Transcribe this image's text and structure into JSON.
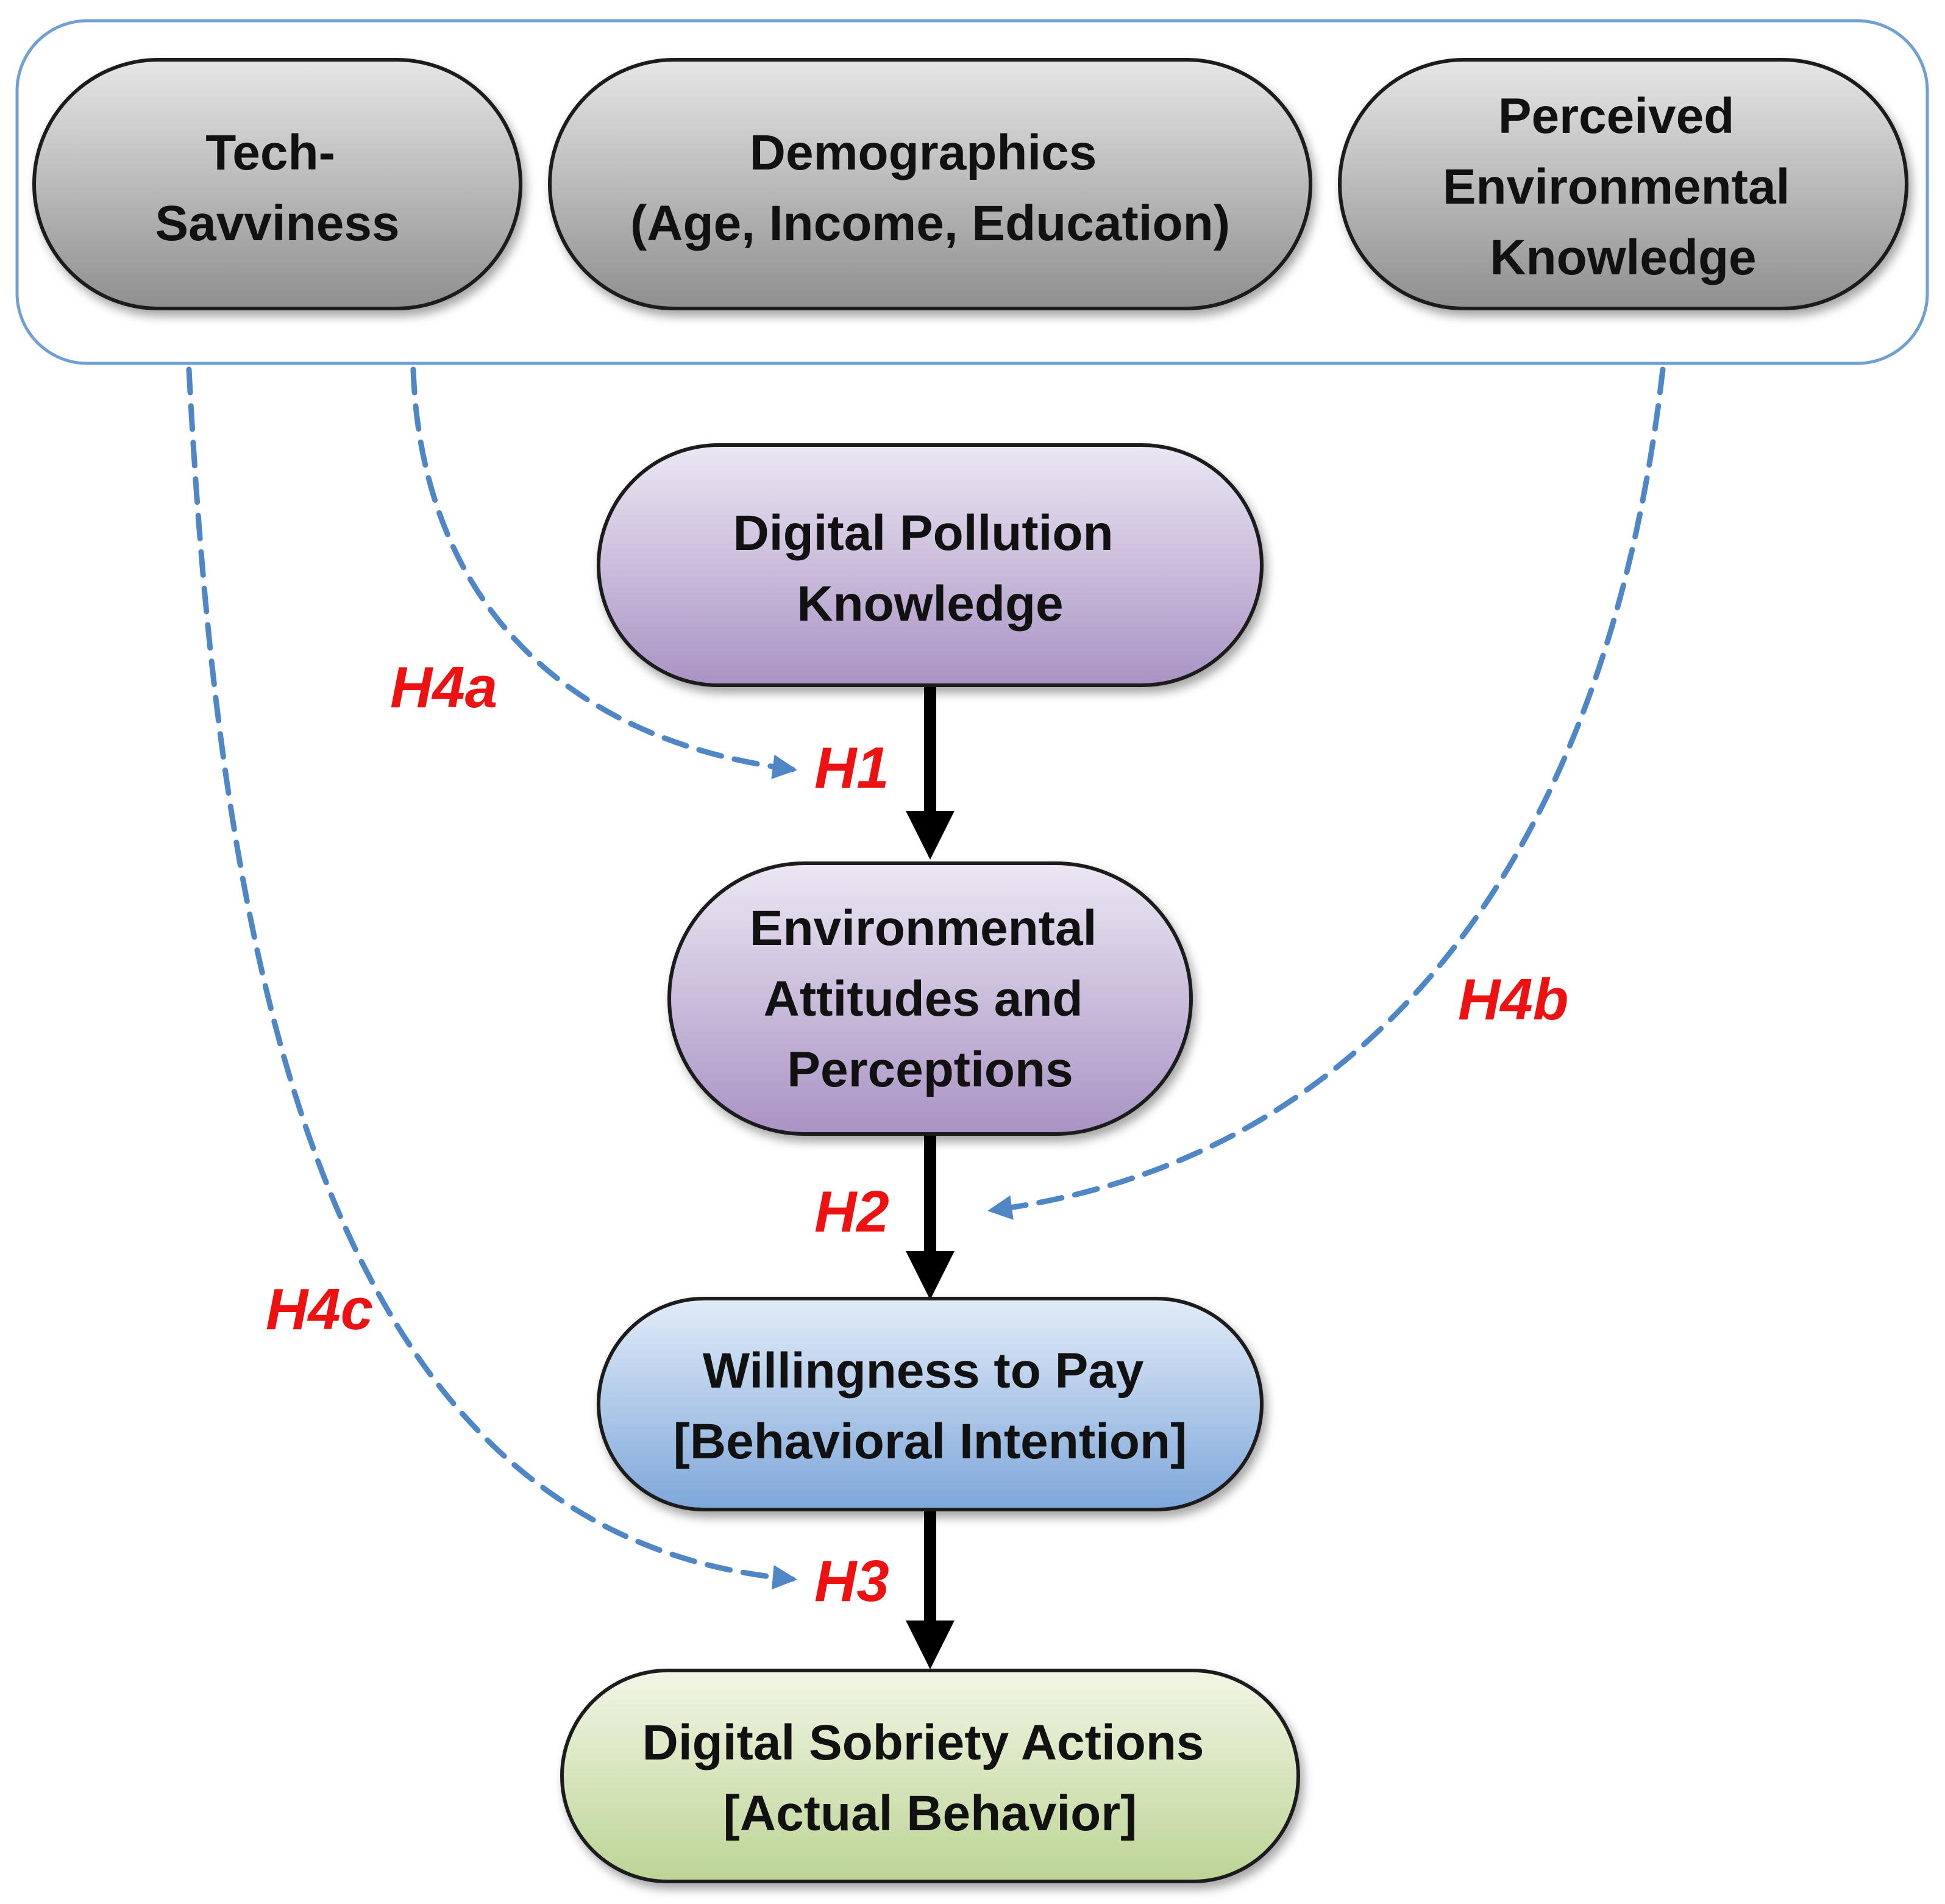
{
  "moderators": {
    "tech_savviness": [
      "Tech-",
      "Savviness"
    ],
    "demographics": [
      "Demographics",
      "(Age, Income, Education)"
    ],
    "perceived_env_knowledge": [
      "Perceived",
      "Environmental",
      "Knowledge"
    ]
  },
  "chain": {
    "digital_pollution_knowledge": [
      "Digital Pollution",
      "Knowledge"
    ],
    "environmental_attitudes": [
      "Environmental",
      "Attitudes and",
      "Perceptions"
    ],
    "willingness_to_pay": [
      "Willingness to Pay",
      "[Behavioral Intention]"
    ],
    "digital_sobriety_actions": [
      "Digital Sobriety Actions",
      "[Actual Behavior]"
    ]
  },
  "hypotheses": {
    "h1": "H1",
    "h2": "H2",
    "h3": "H3",
    "h4a": "H4a",
    "h4b": "H4b",
    "h4c": "H4c"
  },
  "colors": {
    "moderator_top": "#e6e6e6",
    "moderator_bottom": "#8f8f8f",
    "purple_top": "#ece7f3",
    "purple_bottom": "#a993c4",
    "blue_top": "#e2ecf8",
    "blue_bottom": "#7ea7da",
    "green_top": "#f1f6e5",
    "green_bottom": "#bcd495",
    "dashed_arrow": "#4f86c6",
    "hypothesis_label": "#ee1111",
    "group_border": "#6f9fd3"
  }
}
